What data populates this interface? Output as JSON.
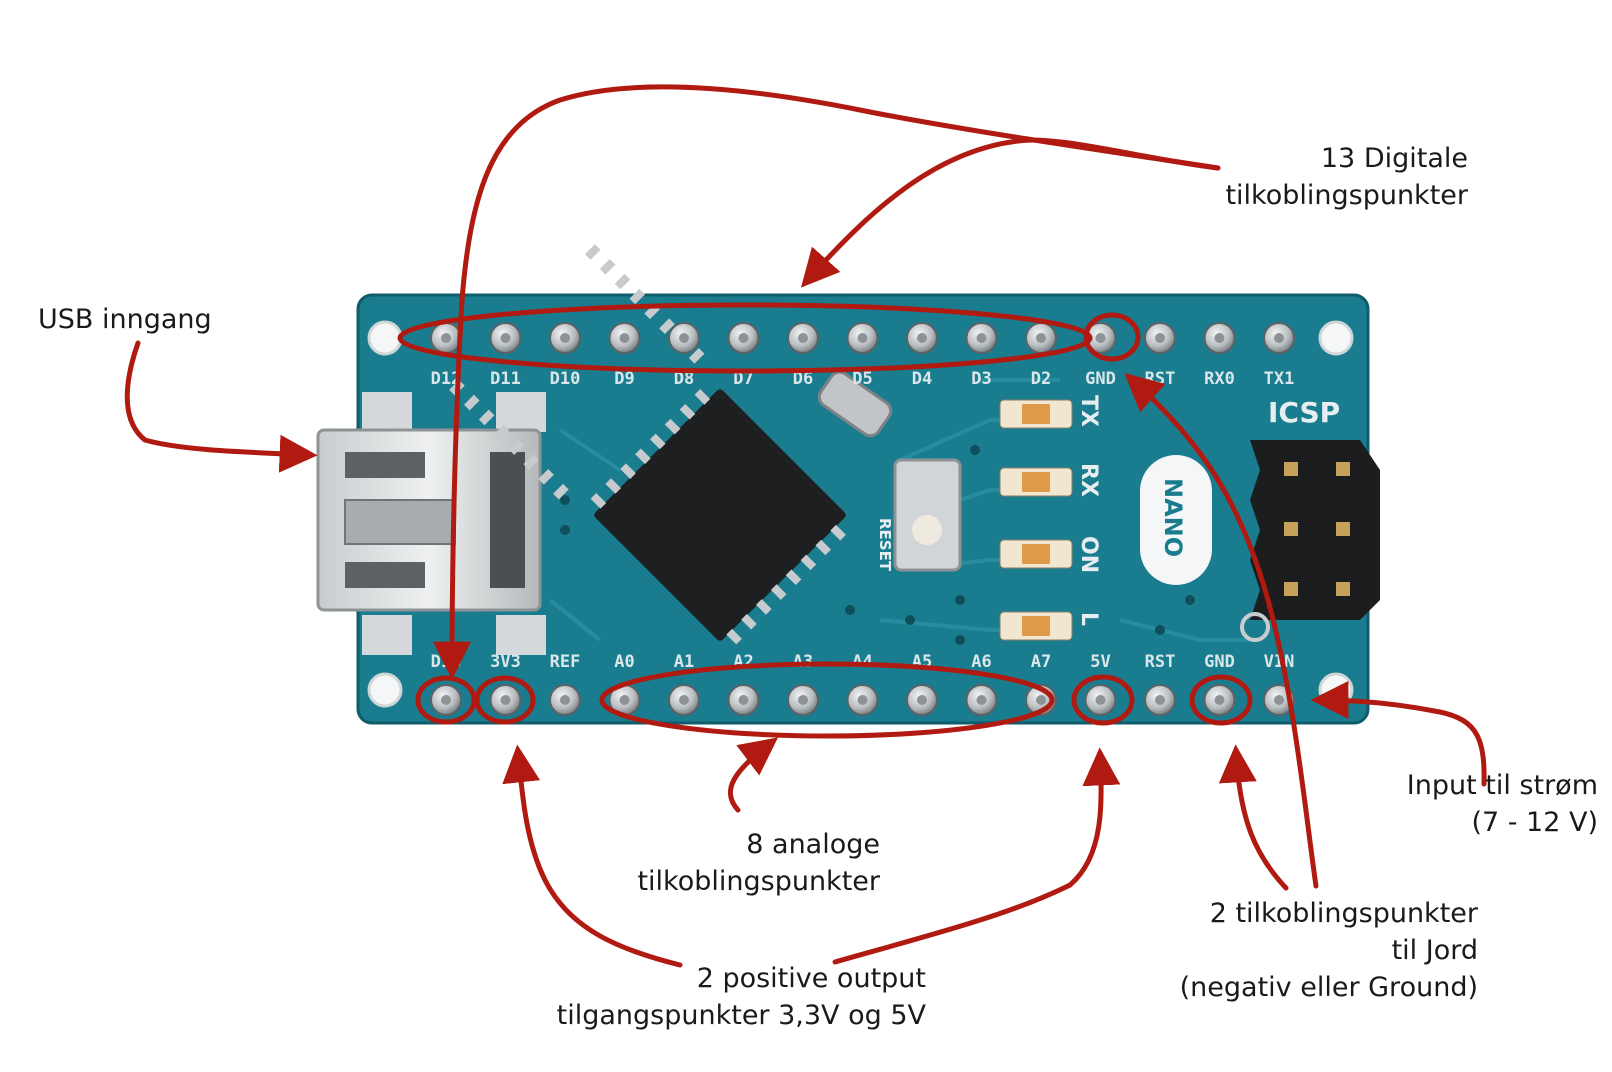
{
  "annotations": {
    "usb": [
      "USB inngang"
    ],
    "digital": [
      "13 Digitale",
      "tilkoblingspunkter"
    ],
    "analog": [
      "8 analoge",
      "tilkoblingspunkter"
    ],
    "positive": [
      "2 positive output",
      "tilgangspunkter 3,3V og 5V"
    ],
    "ground": [
      "2 tilkoblingspunkter",
      "til Jord",
      "(negativ eller Ground)"
    ],
    "power": [
      "Input til strøm",
      "(7 - 12 V)"
    ]
  },
  "board": {
    "top_pins": [
      "D12",
      "D11",
      "D10",
      "D9",
      "D8",
      "D7",
      "D6",
      "D5",
      "D4",
      "D3",
      "D2",
      "GND",
      "RST",
      "RX0",
      "TX1"
    ],
    "bottom_pins": [
      "D13",
      "3V3",
      "REF",
      "A0",
      "A1",
      "A2",
      "A3",
      "A4",
      "A5",
      "A6",
      "A7",
      "5V",
      "RST",
      "GND",
      "VIN"
    ],
    "leds": [
      "TX",
      "RX",
      "ON",
      "L"
    ],
    "icsp": "ICSP",
    "nano": "NANO",
    "reset": "RESET"
  },
  "colors": {
    "board": "#1a7d8f",
    "annotation": "#b01a10",
    "pin": "#c8ccce"
  }
}
